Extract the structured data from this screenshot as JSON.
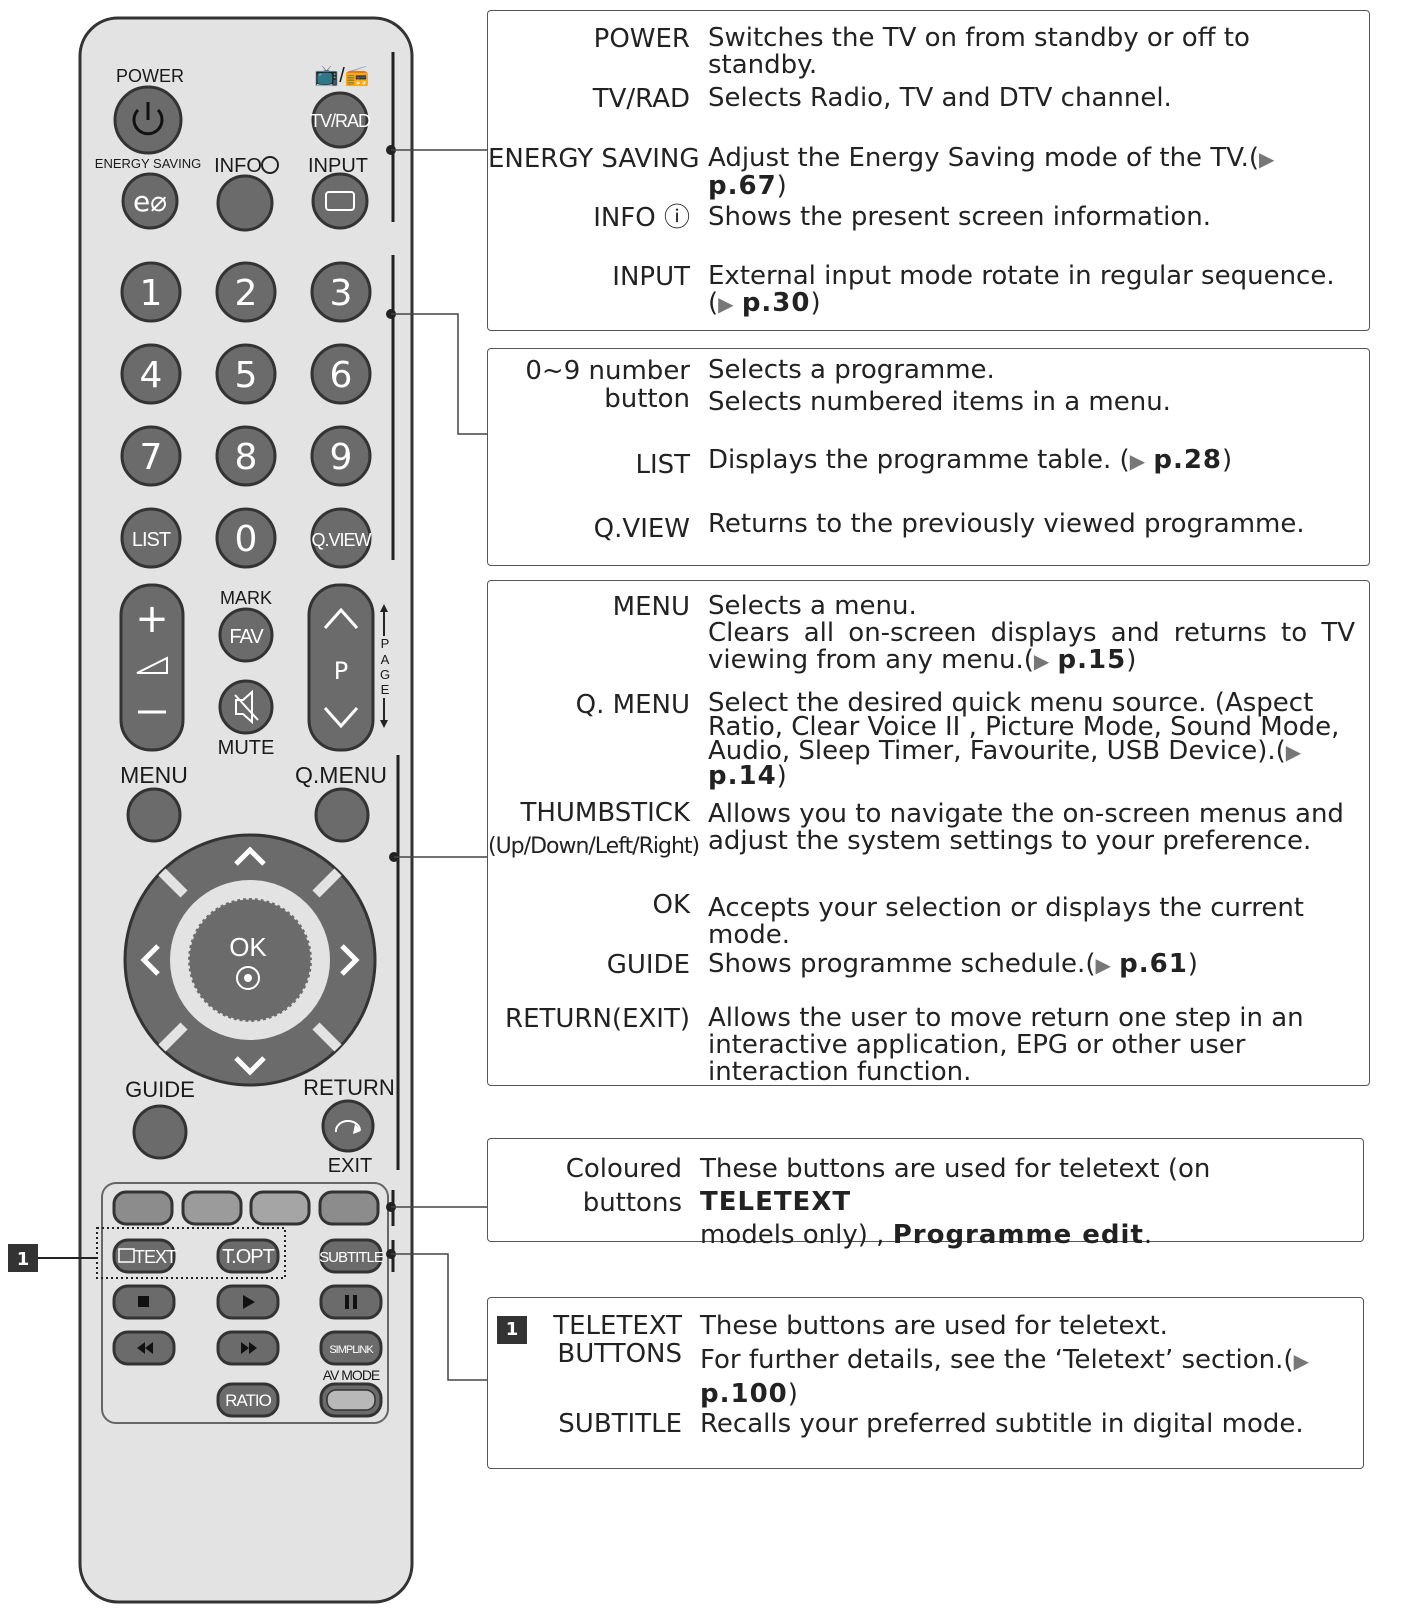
{
  "remote": {
    "power_label": "POWER",
    "tvrad_icon_label": "📺/📻",
    "tvrad_label": "TV/RAD",
    "energy_label": "ENERGY SAVING",
    "info_label": "INFO",
    "input_label": "INPUT",
    "numbers": [
      "1",
      "2",
      "3",
      "4",
      "5",
      "6",
      "7",
      "8",
      "9"
    ],
    "list_label": "LIST",
    "zero_label": "0",
    "qview_label": "Q.VIEW",
    "mark_label": "MARK",
    "fav_label": "FAV",
    "mute_label": "MUTE",
    "p_label": "P",
    "page_label": "PAGE",
    "menu_label": "MENU",
    "qmenu_label": "Q.MENU",
    "ok_label": "OK",
    "guide_label": "GUIDE",
    "return_label": "RETURN",
    "exit_label": "EXIT",
    "text_label": "TEXT",
    "topt_label": "T.OPT",
    "subtitle_label": "SUBTITLE",
    "simplink_label": "SIMPLINK",
    "avmode_label": "AV MODE",
    "ratio_label": "RATIO",
    "colors": {
      "body": "#e2e2e2",
      "button": "#6b6b6b",
      "button_dark": "#555555",
      "outline": "#333333"
    }
  },
  "callout_badge": "1",
  "panel1": {
    "rows": [
      {
        "term": "POWER",
        "desc": "Switches the TV on from standby or off to standby."
      },
      {
        "term": "TV/RAD",
        "desc": "Selects Radio, TV and DTV channel."
      },
      {
        "term": "ENERGY SAVING",
        "desc": "Adjust the Energy Saving mode of the TV.(",
        "page": "p.67",
        "tail": ")"
      },
      {
        "term": "INFO ⓘ",
        "desc": "Shows the present screen information."
      },
      {
        "term": "INPUT",
        "desc": "External input mode rotate in regular sequence.(",
        "page": "p.30",
        "tail": ")"
      }
    ]
  },
  "panel2": {
    "rows": [
      {
        "term": "0~9 number",
        "term2": "button",
        "desc": "Selects a programme.",
        "desc2": "Selects numbered items in a menu."
      },
      {
        "term": "LIST",
        "desc": "Displays the programme table. (",
        "page": "p.28",
        "tail": ")"
      },
      {
        "term": "Q.VIEW",
        "desc": "Returns to the previously viewed programme."
      }
    ]
  },
  "panel3": {
    "rows": [
      {
        "term": "MENU",
        "desc": "Selects a menu.",
        "desc2": "Clears all on-screen displays and returns to TV viewing from any menu.(",
        "page": "p.15",
        "tail": ")"
      },
      {
        "term": "Q. MENU",
        "desc": "Select the desired quick menu source. (Aspect Ratio, Clear Voice II , Picture Mode, Sound Mode, Audio, Sleep Timer, Favourite, USB Device).(",
        "page": "p.14",
        "tail": ")"
      },
      {
        "term": "THUMBSTICK",
        "term2": "(Up/Down/Left/Right)",
        "desc": "Allows you to navigate the on-screen menus and adjust the system settings to your preference."
      },
      {
        "term": "OK",
        "desc": "Accepts your selection or displays the current mode."
      },
      {
        "term": "GUIDE",
        "desc": "Shows programme schedule.(",
        "page": "p.61",
        "tail": ")"
      },
      {
        "term": "RETURN(EXIT)",
        "desc": "Allows the user to move return one step in an interactive application, EPG or other user interaction function."
      }
    ]
  },
  "panel4": {
    "term": "Coloured",
    "term2": "buttons",
    "desc": "These buttons are used for teletext (on ",
    "teletext": "TELETEXT",
    "desc_b": "models only) , ",
    "progedit": "Programme edit",
    "tail": "."
  },
  "panel5": {
    "badge": "1",
    "term": "TELETEXT",
    "term2": "BUTTONS",
    "desc": "These buttons are used for teletext.",
    "desc2": "For further details, see the ‘Teletext’ section.(",
    "page": "p.100",
    "tail": ")",
    "sub_term": "SUBTITLE",
    "sub_desc": "Recalls your preferred subtitle in digital mode."
  },
  "page_arrow": "▶"
}
